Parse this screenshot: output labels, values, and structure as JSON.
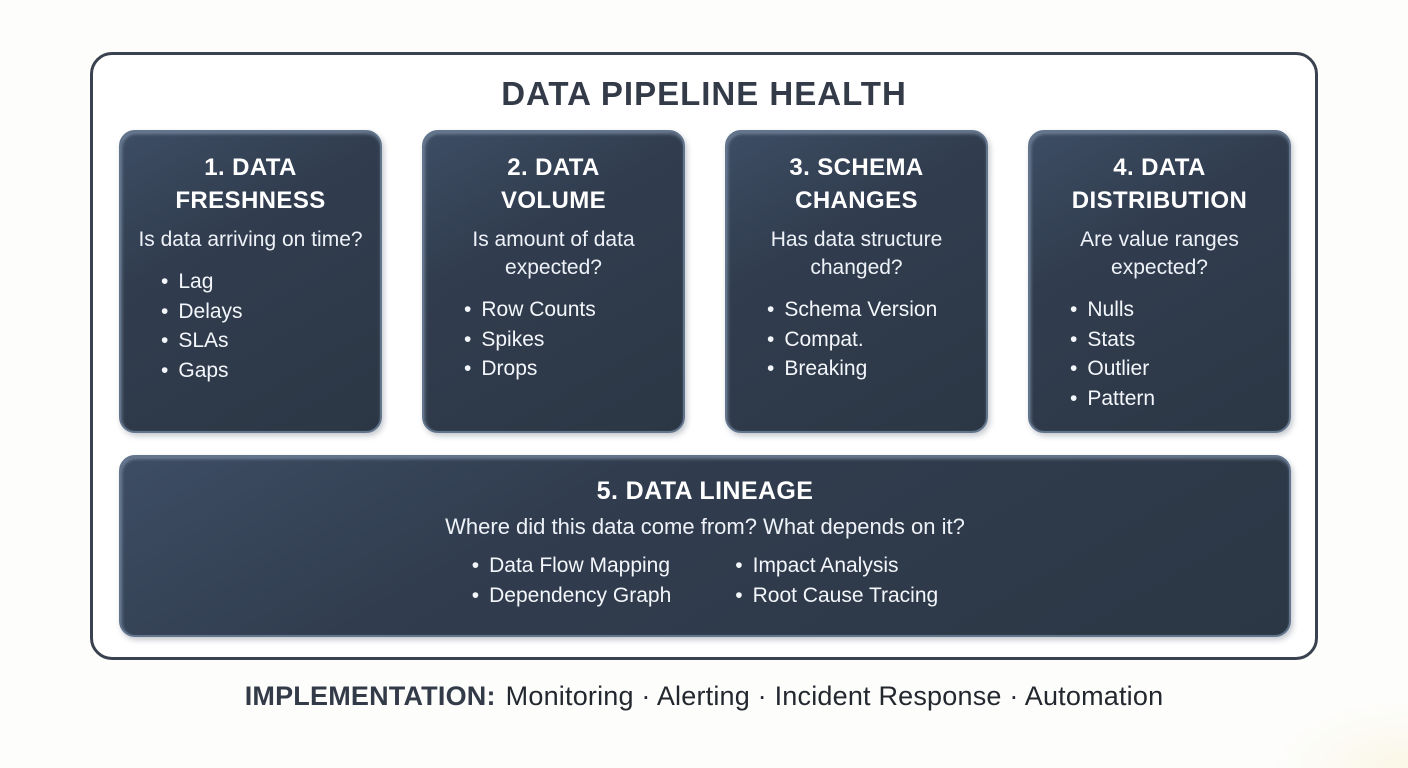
{
  "title": "DATA PIPELINE HEALTH",
  "glyphs": {
    "bullet": "•"
  },
  "colors": {
    "card_background": "#313d4f",
    "card_border": "#62758d",
    "frame_border": "#3a4250",
    "card_text": "#f3f6fa",
    "heading_text": "#343b48",
    "page_background": "#fdfdfc"
  },
  "cards": [
    {
      "title_lines": [
        "1. DATA",
        "FRESHNESS"
      ],
      "question": "Is data arriving on time?",
      "bullets": [
        "Lag",
        "Delays",
        "SLAs",
        "Gaps"
      ]
    },
    {
      "title_lines": [
        "2. DATA",
        "VOLUME"
      ],
      "question": "Is amount of data expected?",
      "bullets": [
        "Row Counts",
        "Spikes",
        "Drops"
      ]
    },
    {
      "title_lines": [
        "3. SCHEMA",
        "CHANGES"
      ],
      "question": "Has data structure changed?",
      "bullets": [
        "Schema Version",
        "Compat.",
        "Breaking"
      ]
    },
    {
      "title_lines": [
        "4. DATA",
        "DISTRIBUTION"
      ],
      "question": "Are value ranges expected?",
      "bullets": [
        "Nulls",
        "Stats",
        "Outlier",
        "Pattern"
      ]
    }
  ],
  "lineage": {
    "title": "5. DATA LINEAGE",
    "question": "Where did this data come from? What depends on it?",
    "bullets_col1": [
      "Data Flow Mapping",
      "Dependency Graph"
    ],
    "bullets_col2": [
      "Impact Analysis",
      "Root Cause Tracing"
    ]
  },
  "implementation": {
    "label": "IMPLEMENTATION:",
    "text": "Monitoring · Alerting · Incident Response · Automation"
  }
}
